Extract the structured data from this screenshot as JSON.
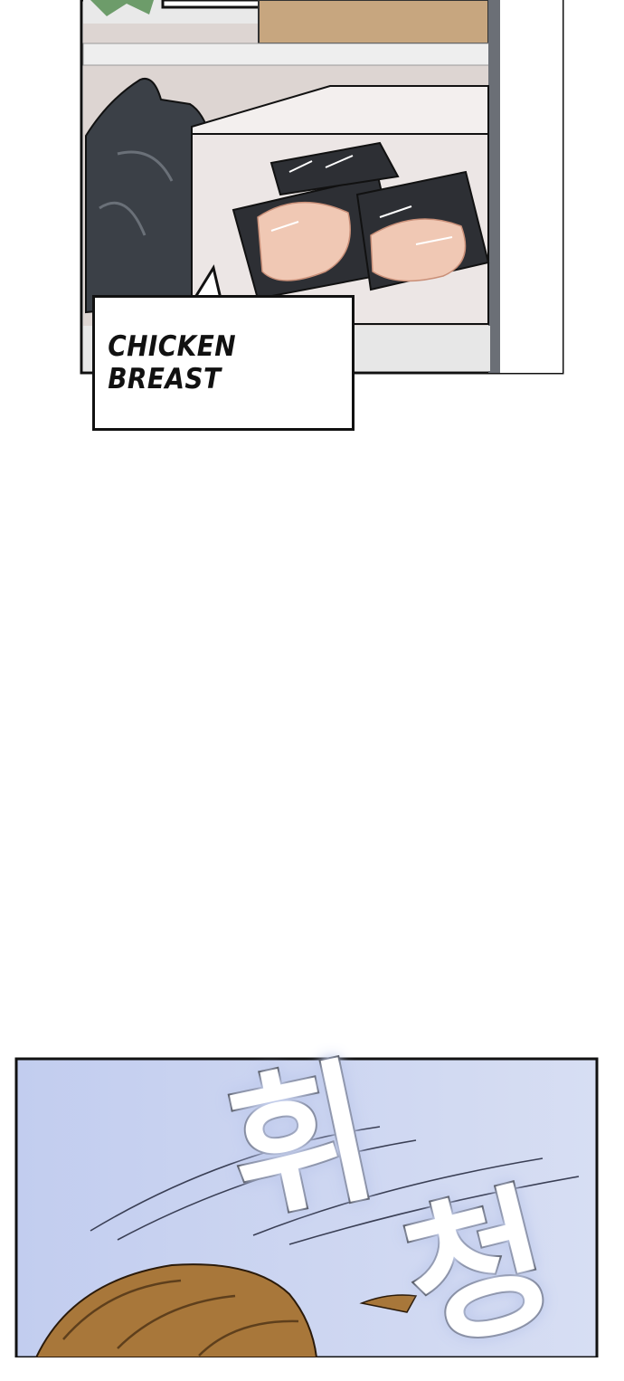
{
  "caption": {
    "text": "CHICKEN BREAST"
  },
  "sound_effect": {
    "syllables": [
      "휘",
      "청"
    ]
  },
  "colors": {
    "panel_border": "#111111",
    "sky_blue": "#b9c6ee",
    "fridge_wall": "#ddd5d2",
    "bag_dark": "#3b4047",
    "meat_pink": "#f0c8b4",
    "hair_brown": "#a8773a"
  }
}
